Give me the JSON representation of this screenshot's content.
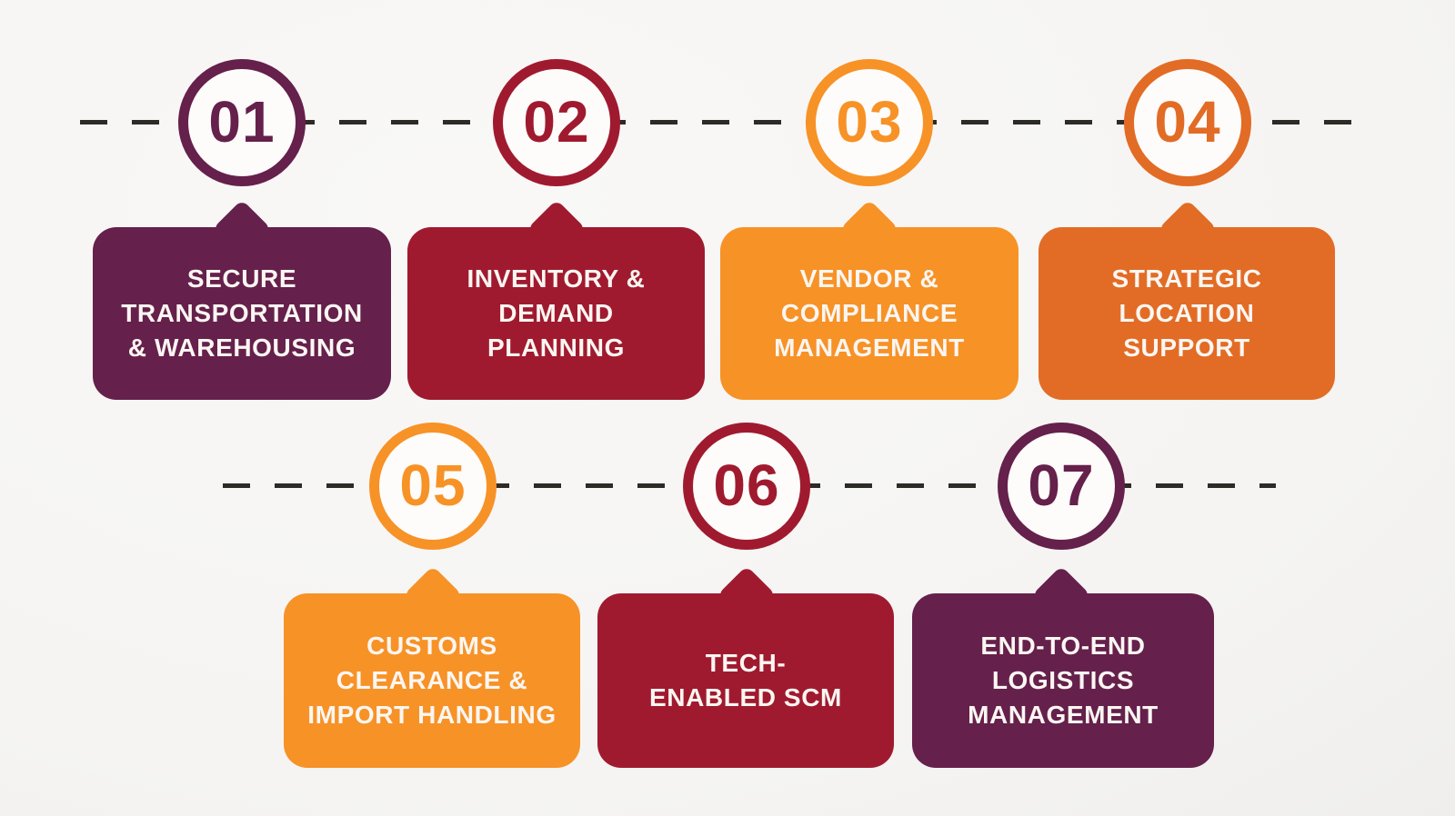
{
  "palette": {
    "plum": "#65204B",
    "crimson": "#A01A2F",
    "orange": "#F79227",
    "dark-orange": "#E26C25",
    "dash": "#2E2A26",
    "circle-fill": "#FDFCFA",
    "text": "#FBF6F2"
  },
  "rows": [
    {
      "steps": [
        {
          "number": "01",
          "label": "SECURE TRANSPORTATION & WAREHOUSING",
          "lines": [
            "SECURE",
            "TRANSPORTATION",
            "& WAREHOUSING"
          ]
        },
        {
          "number": "02",
          "label": "INVENTORY & DEMAND PLANNING",
          "lines": [
            "INVENTORY &",
            "DEMAND",
            "PLANNING"
          ]
        },
        {
          "number": "03",
          "label": "VENDOR & COMPLIANCE MANAGEMENT",
          "lines": [
            "VENDOR &",
            "COMPLIANCE",
            "MANAGEMENT"
          ]
        },
        {
          "number": "04",
          "label": "STRATEGIC LOCATION SUPPORT",
          "lines": [
            "STRATEGIC",
            "LOCATION",
            "SUPPORT"
          ]
        }
      ]
    },
    {
      "steps": [
        {
          "number": "05",
          "label": "CUSTOMS CLEARANCE & IMPORT HANDLING",
          "lines": [
            "CUSTOMS",
            "CLEARANCE &",
            "IMPORT HANDLING"
          ]
        },
        {
          "number": "06",
          "label": "TECH-ENABLED SCM",
          "lines": [
            "TECH-",
            "ENABLED SCM"
          ]
        },
        {
          "number": "07",
          "label": "END-TO-END LOGISTICS MANAGEMENT",
          "lines": [
            "END-TO-END",
            "LOGISTICS",
            "MANAGEMENT"
          ]
        }
      ]
    }
  ]
}
